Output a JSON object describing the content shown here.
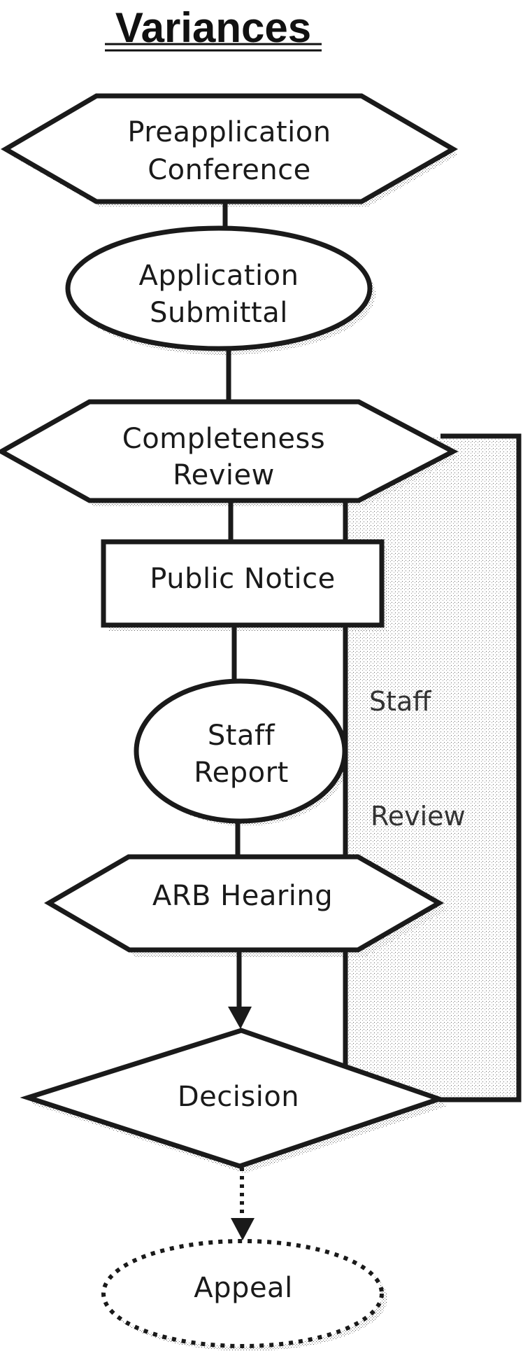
{
  "title": "Variances",
  "nodes": {
    "preapplication": {
      "shape": "hexagon",
      "lines": [
        "Preapplication",
        "Conference"
      ]
    },
    "application": {
      "shape": "ellipse",
      "lines": [
        "Application",
        "Submittal"
      ]
    },
    "completeness": {
      "shape": "hexagon",
      "lines": [
        "Completeness",
        "Review"
      ]
    },
    "public_notice": {
      "shape": "rectangle",
      "lines": [
        "Public Notice"
      ]
    },
    "staff_report": {
      "shape": "ellipse",
      "lines": [
        "Staff",
        "Report"
      ]
    },
    "arb_hearing": {
      "shape": "hexagon",
      "lines": [
        "ARB Hearing"
      ]
    },
    "decision": {
      "shape": "diamond",
      "lines": [
        "Decision"
      ]
    },
    "appeal": {
      "shape": "ellipse-dotted",
      "lines": [
        "Appeal"
      ]
    }
  },
  "loop_label": {
    "lines": [
      "Staff",
      "Review"
    ]
  },
  "edges": [
    {
      "from": "preapplication",
      "to": "application",
      "style": "solid"
    },
    {
      "from": "application",
      "to": "completeness",
      "style": "solid"
    },
    {
      "from": "completeness",
      "to": "public_notice",
      "style": "solid"
    },
    {
      "from": "public_notice",
      "to": "staff_report",
      "style": "solid"
    },
    {
      "from": "staff_report",
      "to": "arb_hearing",
      "style": "solid"
    },
    {
      "from": "arb_hearing",
      "to": "decision",
      "style": "solid-arrow"
    },
    {
      "from": "decision",
      "to": "appeal",
      "style": "dotted-arrow"
    },
    {
      "from": "completeness",
      "to": "decision",
      "style": "staff-review-bypass"
    },
    {
      "from": "decision",
      "to": "completeness",
      "style": "return-loop"
    }
  ]
}
